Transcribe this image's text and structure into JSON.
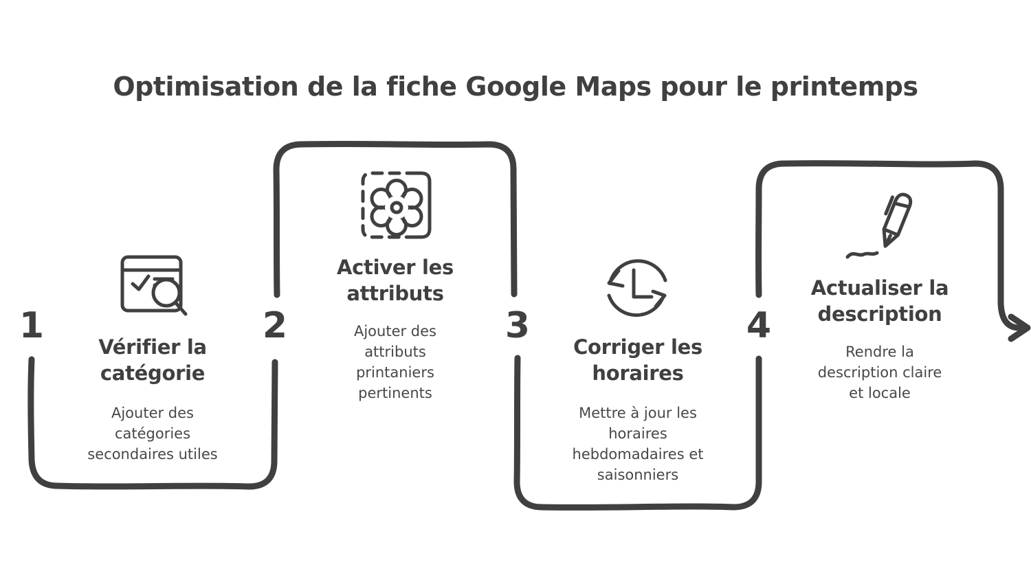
{
  "title": "Optimisation de la fiche Google Maps pour le printemps",
  "steps": [
    {
      "number": "1",
      "icon": "category-check-search-icon",
      "title": "Vérifier la\ncatégorie",
      "description": "Ajouter des\ncatégories\nsecondaires utiles"
    },
    {
      "number": "2",
      "icon": "spring-attribute-flower-icon",
      "title": "Activer les\nattributs",
      "description": "Ajouter des\nattributs\nprintaniers\npertinents"
    },
    {
      "number": "3",
      "icon": "hours-sync-clock-icon",
      "title": "Corriger les\nhoraires",
      "description": "Mettre à jour les\nhoraires\nhebdomadaires et\nsaisonniers"
    },
    {
      "number": "4",
      "icon": "description-pen-icon",
      "title": "Actualiser la\ndescription",
      "description": "Rendre la\ndescription claire\net locale"
    }
  ],
  "colors": {
    "ink": "#404040",
    "background": "#ffffff"
  }
}
